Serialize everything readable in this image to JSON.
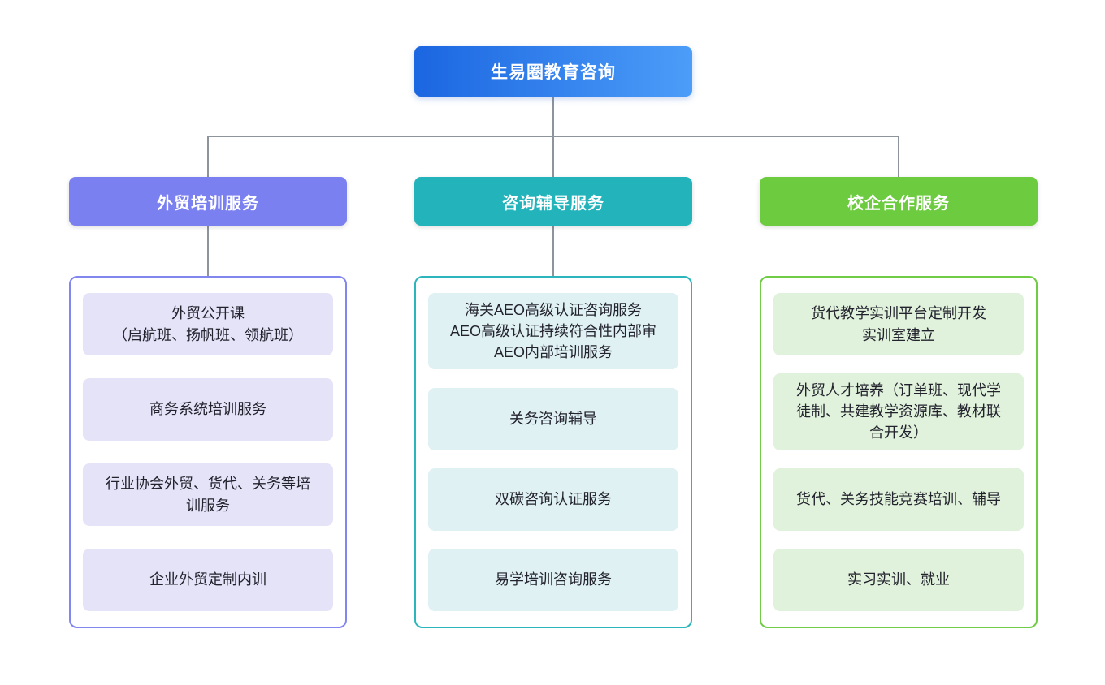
{
  "root": {
    "label": "生易圈教育咨询",
    "colors": {
      "gradient_start": "#1b66e1",
      "gradient_end": "#4c9df9",
      "text": "#ffffff"
    }
  },
  "connectors": {
    "color": "#8d949c"
  },
  "branches": [
    {
      "label": "外贸培训服务",
      "colors": {
        "header": "#7b80f0",
        "border": "#8287f0",
        "item_bg": "#e4e3f8"
      },
      "items": [
        "外贸公开课\n（启航班、扬帆班、领航班）",
        "商务系统培训服务",
        "行业协会外贸、货代、关务等培训服务",
        "企业外贸定制内训"
      ]
    },
    {
      "label": "咨询辅导服务",
      "colors": {
        "header": "#23b3bb",
        "border": "#2bb6bd",
        "item_bg": "#dff1f3"
      },
      "items": [
        "海关AEO高级认证咨询服务\nAEO高级认证持续符合性内部审\nAEO内部培训服务",
        "关务咨询辅导",
        "双碳咨询认证服务",
        "易学培训咨询服务"
      ]
    },
    {
      "label": "校企合作服务",
      "colors": {
        "header": "#6dcb40",
        "border": "#70cc45",
        "item_bg": "#e0f2db"
      },
      "items": [
        "货代教学实训平台定制开发\n实训室建立",
        "外贸人才培养（订单班、现代学徒制、共建教学资源库、教材联合开发）",
        "货代、关务技能竞赛培训、辅导",
        "实习实训、就业"
      ]
    }
  ]
}
